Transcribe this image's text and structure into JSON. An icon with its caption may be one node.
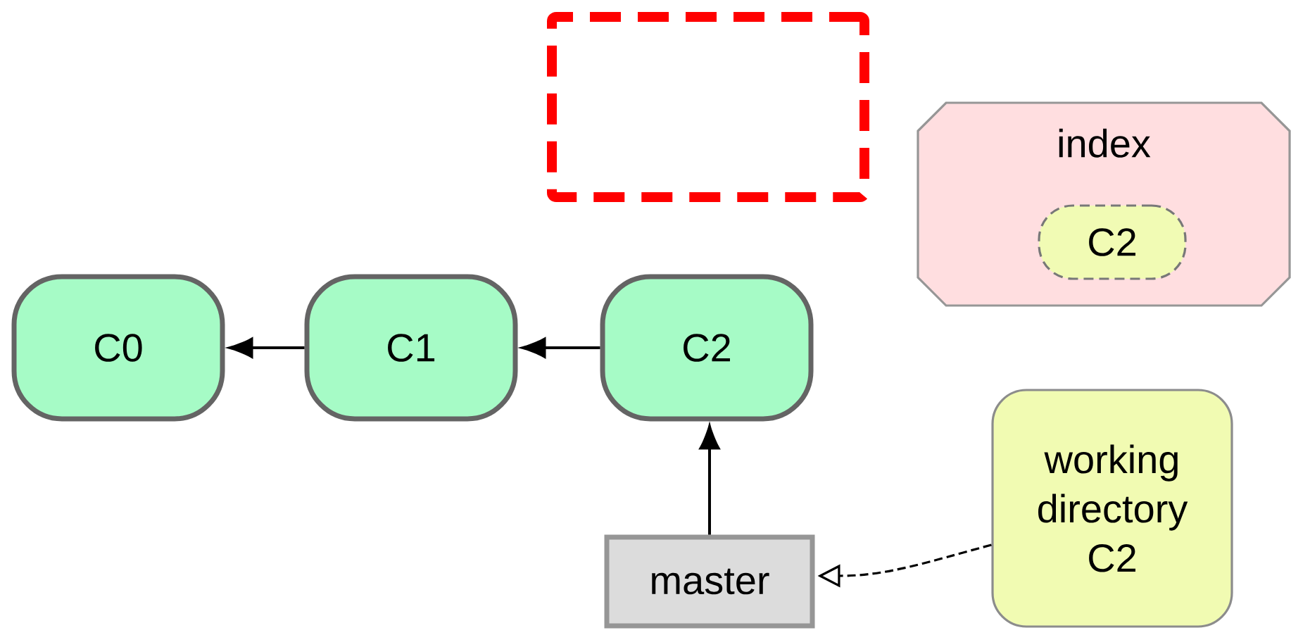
{
  "diagram": {
    "nodes": [
      {
        "text": [],
        "shape": "box"
      },
      {
        "text": [
          "index"
        ]
      },
      {
        "text": [
          "C2"
        ],
        "in": 1
      },
      {
        "text": [
          "C0"
        ]
      },
      {
        "text": [
          "C1"
        ]
      },
      {
        "text": [
          "C2"
        ]
      },
      {
        "text": [
          "master"
        ]
      },
      {
        "text": [
          "working directory C2"
        ]
      }
    ],
    "edges": [
      {
        "from": 4,
        "to": 3,
        "arrow": "to"
      },
      {
        "from": 5,
        "to": 4,
        "arrow": "to"
      },
      {
        "from": 6,
        "to": 5,
        "arrow": "to"
      },
      {
        "from": 7,
        "to": 6,
        "arrow": "to",
        "style": "dashed"
      }
    ]
  }
}
